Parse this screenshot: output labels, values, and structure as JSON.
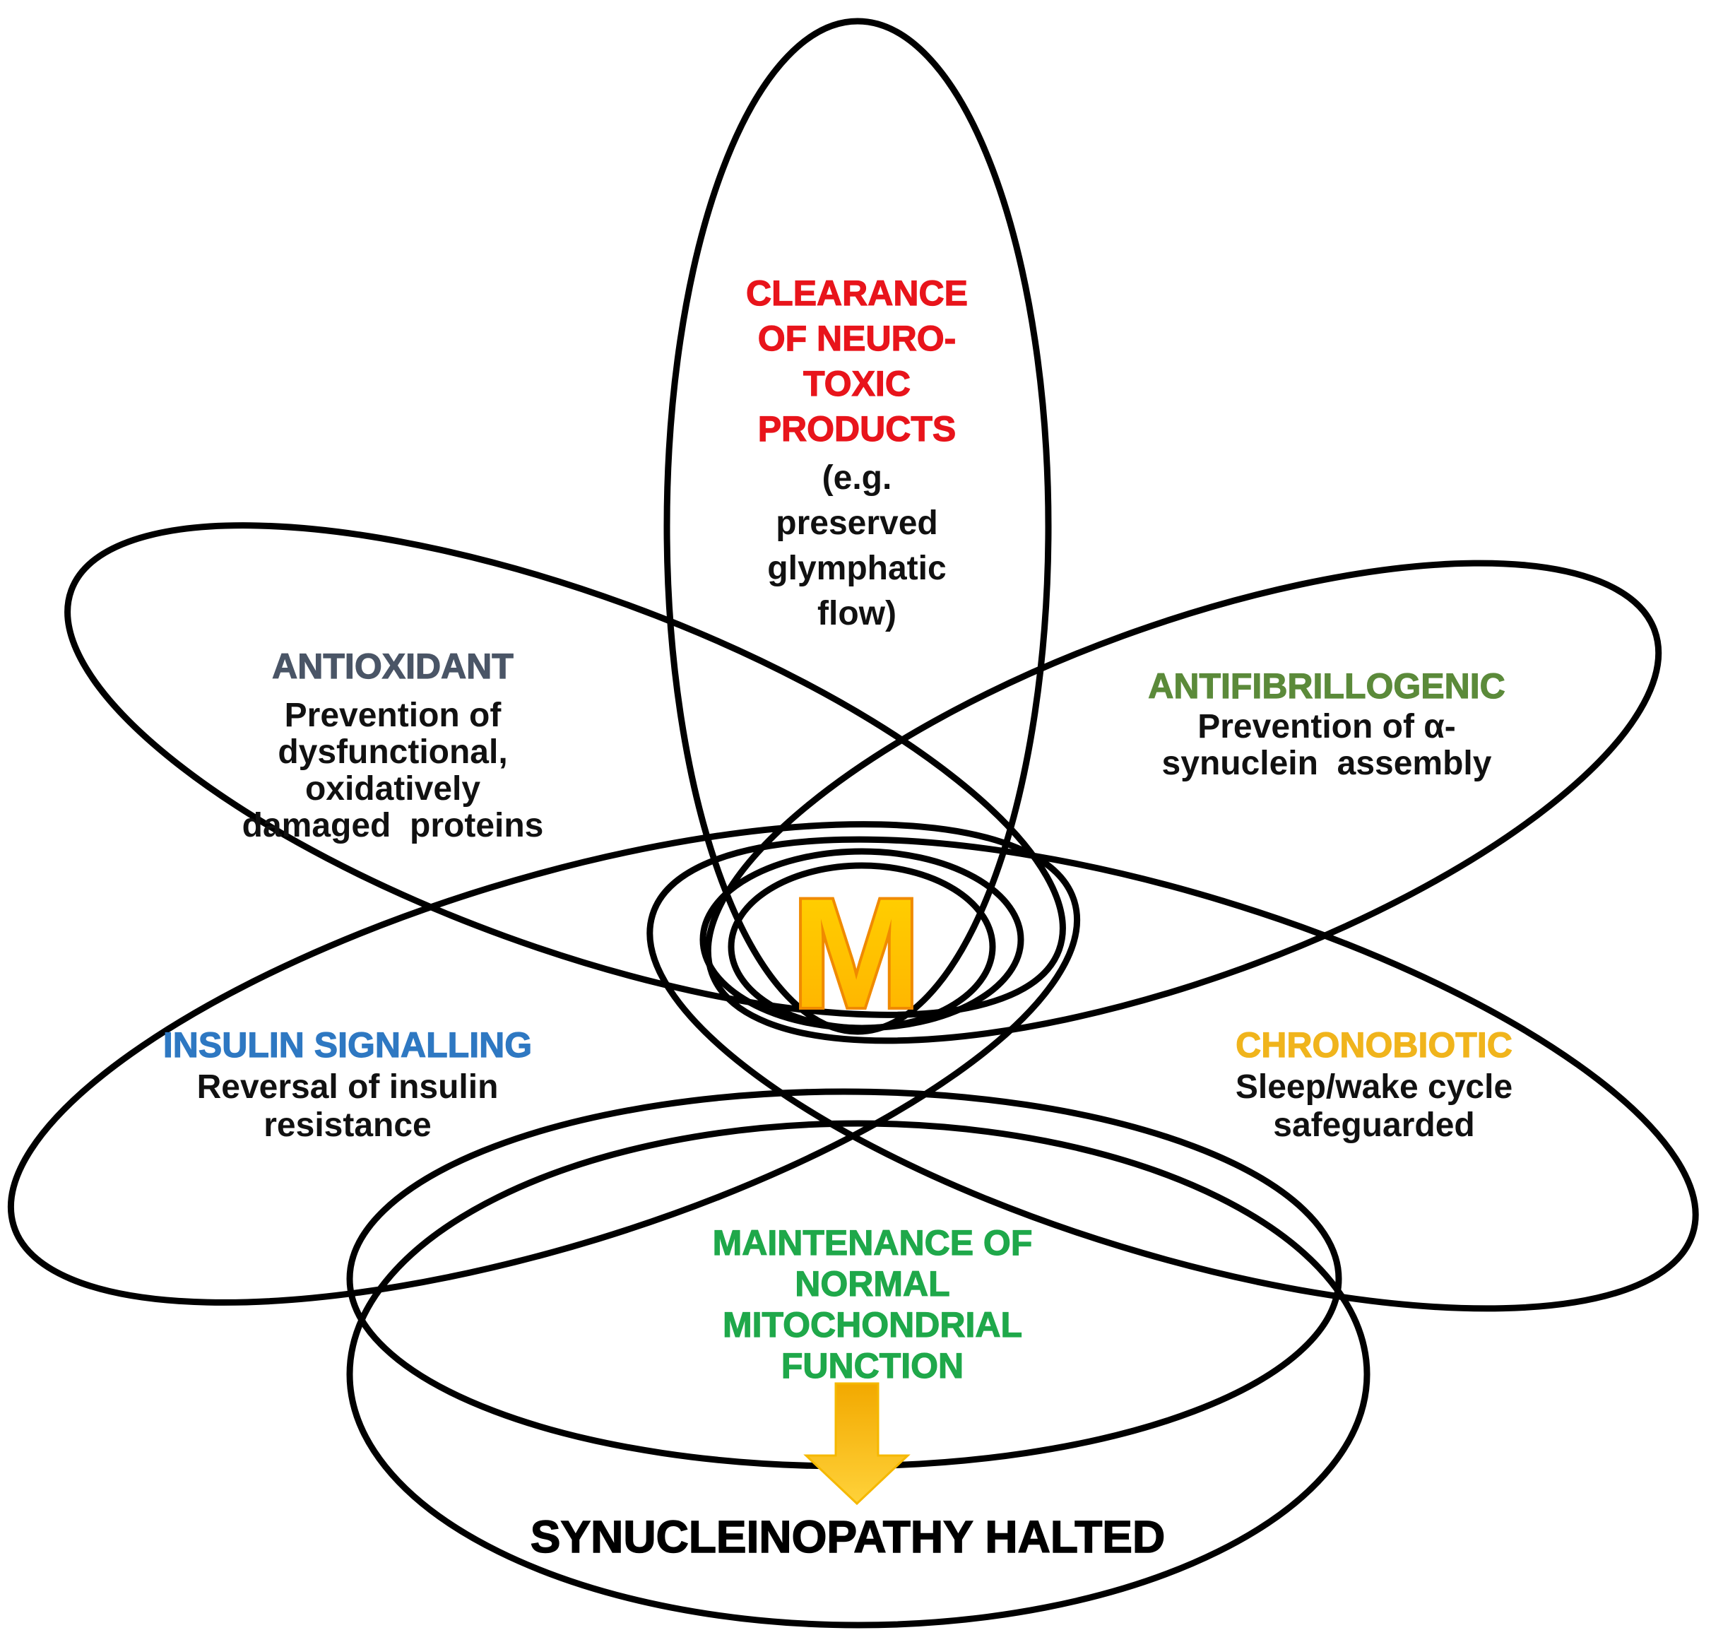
{
  "diagram": {
    "center_symbol": "M",
    "center_colors": {
      "fill_top": "#ffd400",
      "fill_bottom": "#ffb000",
      "outline": "#f08a00"
    },
    "arrow_color": "#f5b800",
    "petals": [
      {
        "id": "clearance",
        "title_lines": [
          "CLEARANCE",
          "OF NEURO-",
          "TOXIC",
          "PRODUCTS"
        ],
        "title_color": "#e8141b",
        "desc_lines": [
          "(e.g.",
          "preserved",
          "glymphatic",
          "flow)"
        ]
      },
      {
        "id": "antioxidant",
        "title_lines": [
          "ANTIOXIDANT"
        ],
        "title_color": "#4a5566",
        "desc_lines": [
          "Prevention of",
          "dysfunctional,",
          "oxidatively",
          "damaged  proteins"
        ]
      },
      {
        "id": "antifibrillogenic",
        "title_lines": [
          "ANTIFIBRILLOGENIC"
        ],
        "title_color": "#5b8a3a",
        "desc_lines": [
          "Prevention of α-",
          "synuclein  assembly"
        ]
      },
      {
        "id": "insulin",
        "title_lines": [
          "INSULIN SIGNALLING"
        ],
        "title_color": "#2e78c2",
        "desc_lines": [
          "Reversal of insulin",
          "resistance"
        ]
      },
      {
        "id": "chronobiotic",
        "title_lines": [
          "CHRONOBIOTIC"
        ],
        "title_color": "#f0b41c",
        "desc_lines": [
          "Sleep/wake cycle",
          "safeguarded"
        ]
      },
      {
        "id": "mitochondrial",
        "title_lines": [
          "MAINTENANCE  OF",
          "NORMAL",
          "MITOCHONDRIAL",
          "FUNCTION"
        ],
        "title_color": "#1fa84a",
        "desc_lines": []
      }
    ],
    "outcome": "SYNUCLEINOPATHY HALTED"
  }
}
